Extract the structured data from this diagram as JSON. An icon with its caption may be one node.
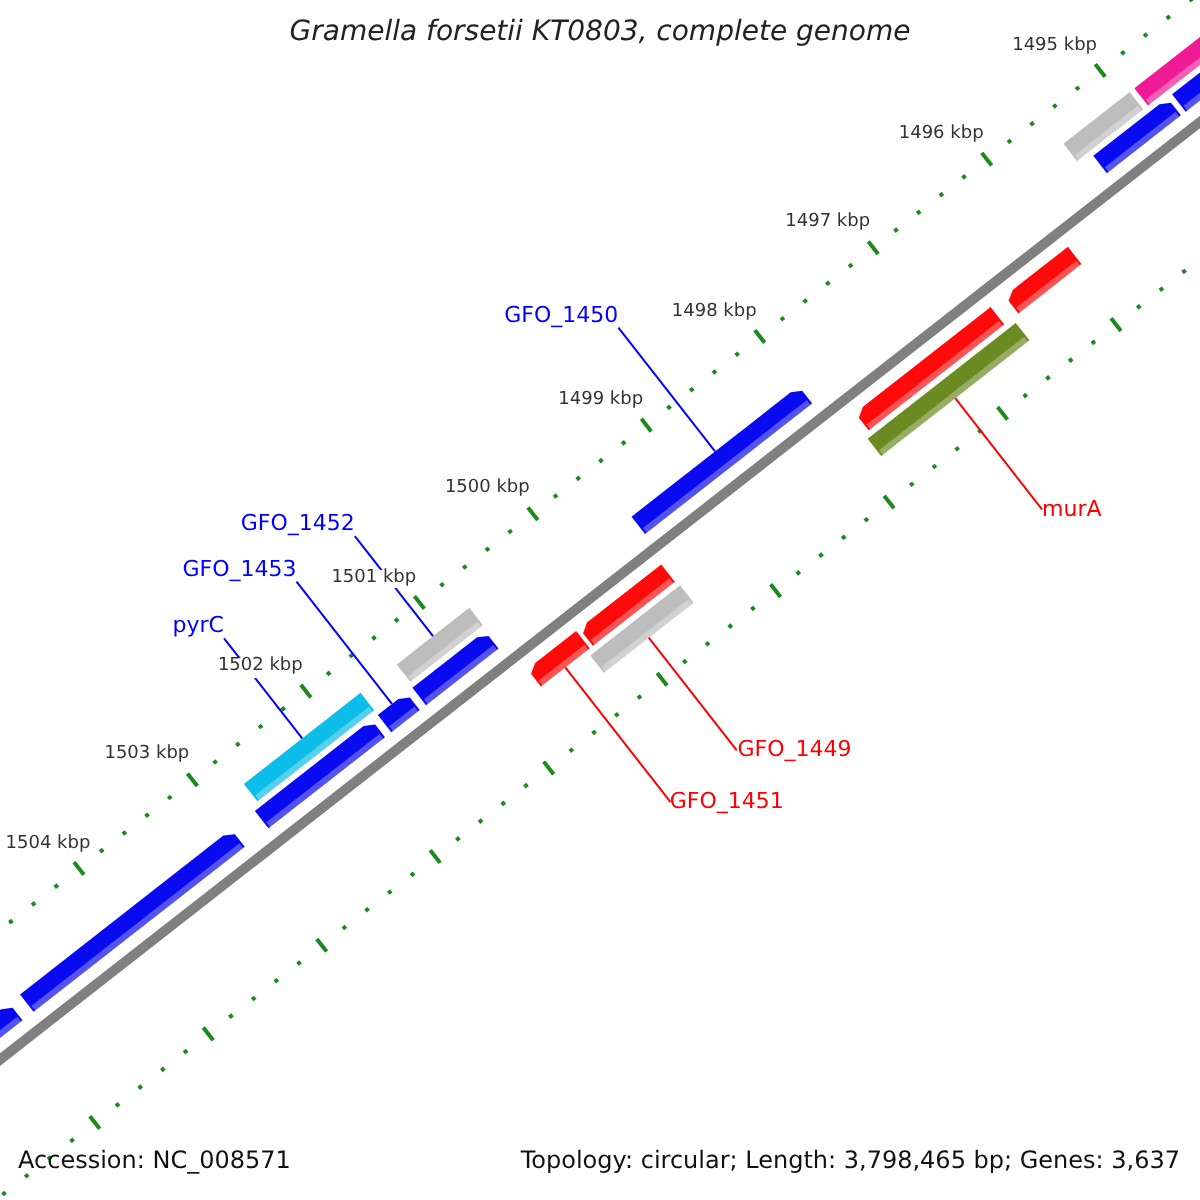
{
  "diagram": {
    "title": "Gramella forsetii KT0803, complete genome",
    "nodes": [
      {
        "text": [
          "GFO_1450"
        ]
      },
      {
        "text": [
          "GFO_1452"
        ]
      },
      {
        "text": [
          "GFO_1453"
        ]
      },
      {
        "text": [
          "pyrC"
        ]
      },
      {
        "text": [
          "murA"
        ]
      },
      {
        "text": [
          "GFO_1449"
        ]
      },
      {
        "text": [
          "GFO_1451"
        ]
      },
      {
        "text": [],
        "shape": "bar"
      },
      {
        "text": [],
        "shape": "bar"
      },
      {
        "text": [],
        "shape": "bar"
      },
      {
        "text": [],
        "shape": "bar"
      },
      {
        "text": [],
        "shape": "bar"
      },
      {
        "text": [],
        "shape": "bar"
      },
      {
        "text": [],
        "shape": "bar"
      },
      {
        "text": [],
        "shape": "bar"
      },
      {
        "text": [],
        "shape": "bar"
      },
      {
        "text": [],
        "shape": "bar"
      },
      {
        "text": [],
        "shape": "bar"
      },
      {
        "text": [],
        "shape": "bar"
      },
      {
        "text": [],
        "shape": "bar"
      },
      {
        "text": [],
        "shape": "bar"
      },
      {
        "text": [],
        "shape": "bar"
      },
      {
        "text": [],
        "shape": "bar"
      },
      {
        "text": [],
        "shape": "bar"
      },
      {
        "text": [],
        "shape": "bar"
      }
    ],
    "edges": [
      {
        "from": 0,
        "to": 7,
        "arrow": "none"
      },
      {
        "from": 1,
        "to": 8,
        "arrow": "none"
      },
      {
        "from": 2,
        "to": 9,
        "arrow": "none"
      },
      {
        "from": 3,
        "to": 10,
        "arrow": "none"
      },
      {
        "from": 4,
        "to": 11,
        "arrow": "none",
        "color": "#ff0000"
      },
      {
        "from": 5,
        "to": 12,
        "arrow": "none",
        "color": "#ff0000"
      },
      {
        "from": 6,
        "to": 13,
        "arrow": "none",
        "color": "#ff0000"
      }
    ],
    "labels": [
      "1495 kbp",
      "1496 kbp",
      "1497 kbp",
      "1498 kbp",
      "1499 kbp",
      "1500 kbp",
      "1501 kbp",
      "1502 kbp",
      "1503 kbp",
      "1504 kbp",
      "Accession: NC_008571",
      "Topology: circular; Length: 3,798,465 bp; Genes: 3,637"
    ]
  }
}
